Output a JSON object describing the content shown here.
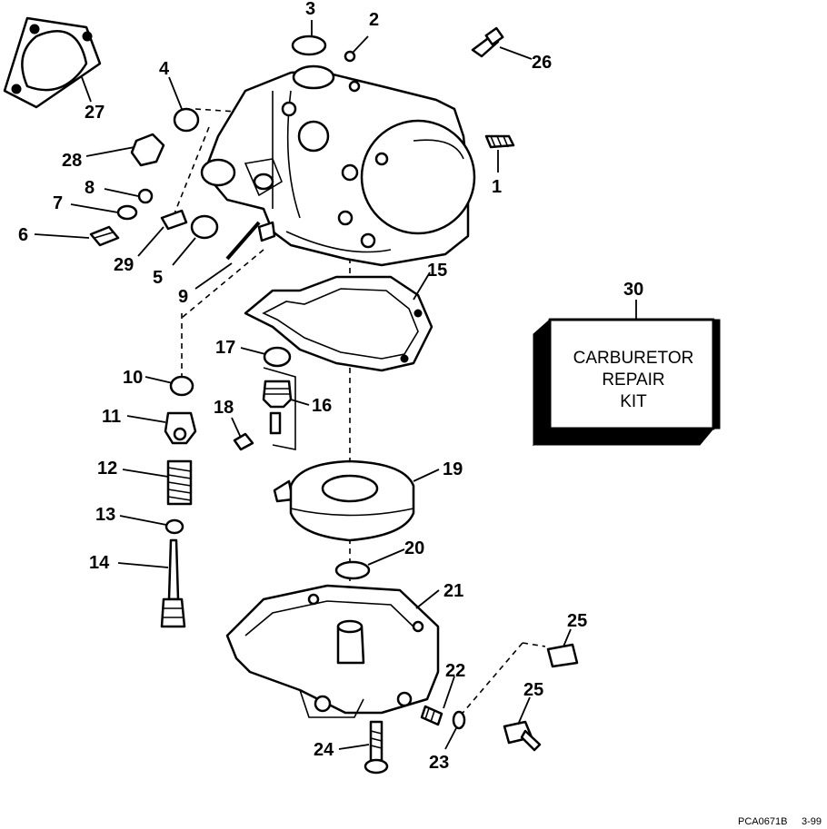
{
  "callouts": [
    "1",
    "2",
    "3",
    "4",
    "5",
    "6",
    "7",
    "8",
    "9",
    "10",
    "11",
    "12",
    "13",
    "14",
    "15",
    "16",
    "17",
    "18",
    "19",
    "20",
    "21",
    "22",
    "23",
    "24",
    "25",
    "26",
    "27",
    "28",
    "29",
    "30"
  ],
  "kit": {
    "number": "30",
    "line1": "CARBURETOR",
    "line2": "REPAIR",
    "line3": "KIT"
  },
  "footer": {
    "code": "PCA0671B",
    "date": "3-99"
  },
  "colors": {
    "ink": "#000000",
    "paper": "#ffffff"
  }
}
